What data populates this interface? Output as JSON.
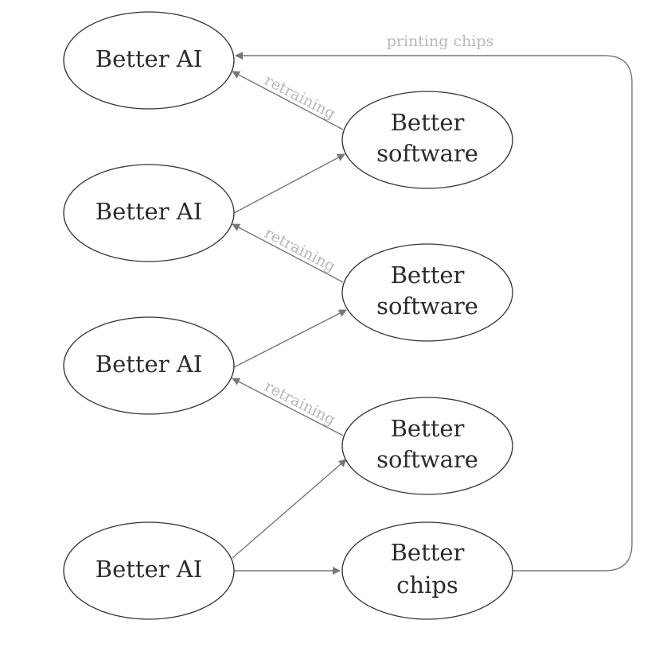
{
  "diagram": {
    "nodes": [
      {
        "id": "ai1",
        "label": "Better AI"
      },
      {
        "id": "ai2",
        "label": "Better AI"
      },
      {
        "id": "ai3",
        "label": "Better AI"
      },
      {
        "id": "ai4",
        "label": "Better AI"
      },
      {
        "id": "sw1",
        "label_line1": "Better",
        "label_line2": "software"
      },
      {
        "id": "sw2",
        "label_line1": "Better",
        "label_line2": "software"
      },
      {
        "id": "sw3",
        "label_line1": "Better",
        "label_line2": "software"
      },
      {
        "id": "chips",
        "label_line1": "Better",
        "label_line2": "chips"
      }
    ],
    "edges": [
      {
        "from": "sw1",
        "to": "ai1",
        "label": "retraining"
      },
      {
        "from": "ai2",
        "to": "sw1",
        "label": ""
      },
      {
        "from": "sw2",
        "to": "ai2",
        "label": "retraining"
      },
      {
        "from": "ai3",
        "to": "sw2",
        "label": ""
      },
      {
        "from": "sw3",
        "to": "ai3",
        "label": "retraining"
      },
      {
        "from": "ai4",
        "to": "sw3",
        "label": ""
      },
      {
        "from": "ai4",
        "to": "chips",
        "label": ""
      },
      {
        "from": "chips",
        "to": "ai1",
        "label": "printing chips"
      }
    ],
    "colors": {
      "node_stroke": "#333333",
      "node_text": "#2b2b2b",
      "edge_stroke": "#777777",
      "edge_label": "#b8b8b8"
    }
  }
}
